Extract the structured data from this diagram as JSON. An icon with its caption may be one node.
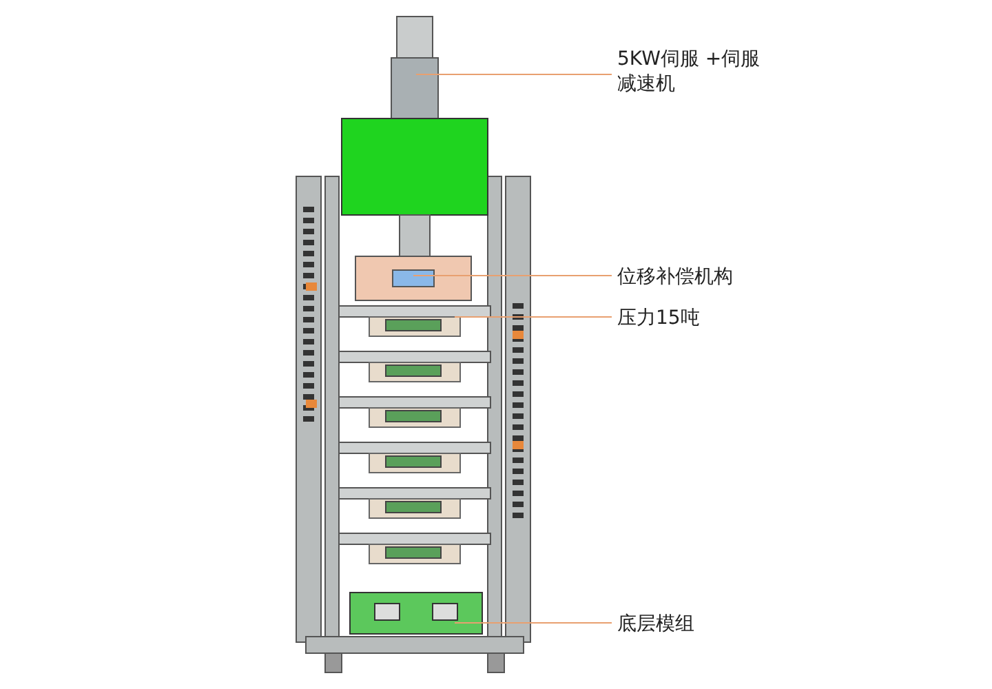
{
  "diagram": {
    "nodes": [
      {
        "text": [
          "5KW伺服 +伺服减速机"
        ]
      },
      {
        "text": [
          "位移补偿机构"
        ]
      },
      {
        "text": [
          "压力15吨"
        ]
      },
      {
        "text": [
          "底层模组"
        ]
      }
    ],
    "edges": [
      {
        "from": 0,
        "to": null,
        "arrow": "none"
      },
      {
        "from": 1,
        "to": null,
        "arrow": "none"
      },
      {
        "from": 2,
        "to": null,
        "arrow": "none"
      },
      {
        "from": 3,
        "to": null,
        "arrow": "none"
      }
    ]
  }
}
